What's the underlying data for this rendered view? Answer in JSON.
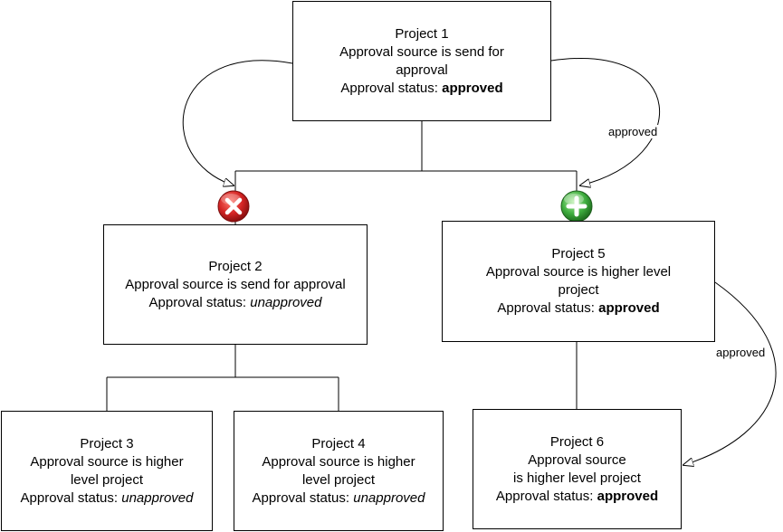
{
  "projects": {
    "p1": {
      "title": "Project 1",
      "lines": [
        "Approval source is send for",
        "approval"
      ],
      "status_prefix": "Approval status: ",
      "status_value": "approved",
      "status_style": "bold"
    },
    "p2": {
      "title": "Project 2",
      "lines": [
        "Approval source is send for approval"
      ],
      "status_prefix": "Approval status: ",
      "status_value": "unapproved",
      "status_style": "italic"
    },
    "p3": {
      "title": "Project 3",
      "lines": [
        "Approval source is higher",
        "level project"
      ],
      "status_prefix": "Approval status: ",
      "status_value": "unapproved",
      "status_style": "italic"
    },
    "p4": {
      "title": "Project 4",
      "lines": [
        "Approval source is higher",
        "level project"
      ],
      "status_prefix": "Approval status: ",
      "status_value": "unapproved",
      "status_style": "italic"
    },
    "p5": {
      "title": "Project 5",
      "lines": [
        "Approval source is higher level",
        "project"
      ],
      "status_prefix": "Approval status: ",
      "status_value": "approved",
      "status_style": "bold"
    },
    "p6": {
      "title": "Project 6",
      "lines": [
        "Approval source",
        "is higher level project"
      ],
      "status_prefix": "Approval status: ",
      "status_value": "approved",
      "status_style": "bold"
    }
  },
  "edge_labels": {
    "p1_to_p5": "approved",
    "p5_to_p6": "approved"
  },
  "icons": {
    "reject": "reject-x-icon",
    "approve": "approve-plus-icon"
  },
  "colors": {
    "reject": "#d32424",
    "approve": "#3fae3f"
  }
}
